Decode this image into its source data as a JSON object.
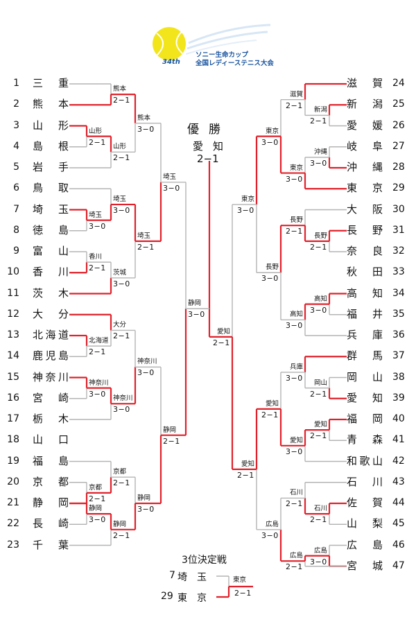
{
  "logo": {
    "edition": "34th",
    "line1": "ソニー生命カップ",
    "line2": "全国レディーステニス大会",
    "ball_color": "#f2e51c",
    "accent": "#1a55a0"
  },
  "colors": {
    "winner": "#e0202a",
    "loser": "#b4b4b4"
  },
  "champion": {
    "title": "優勝",
    "name": "愛知",
    "score": "2−1"
  },
  "teams": [
    {
      "no": "1",
      "name": "三重"
    },
    {
      "no": "2",
      "name": "熊本"
    },
    {
      "no": "3",
      "name": "山形"
    },
    {
      "no": "4",
      "name": "島根"
    },
    {
      "no": "5",
      "name": "岩手"
    },
    {
      "no": "6",
      "name": "鳥取"
    },
    {
      "no": "7",
      "name": "埼玉"
    },
    {
      "no": "8",
      "name": "徳島"
    },
    {
      "no": "9",
      "name": "富山"
    },
    {
      "no": "10",
      "name": "香川"
    },
    {
      "no": "11",
      "name": "茨木"
    },
    {
      "no": "12",
      "name": "大分"
    },
    {
      "no": "13",
      "name": "北海道"
    },
    {
      "no": "14",
      "name": "鹿児島"
    },
    {
      "no": "15",
      "name": "神奈川"
    },
    {
      "no": "16",
      "name": "宮崎"
    },
    {
      "no": "17",
      "name": "栃木"
    },
    {
      "no": "18",
      "name": "山口"
    },
    {
      "no": "19",
      "name": "福島"
    },
    {
      "no": "20",
      "name": "京都"
    },
    {
      "no": "21",
      "name": "静岡"
    },
    {
      "no": "22",
      "name": "長崎"
    },
    {
      "no": "23",
      "name": "千葉"
    },
    {
      "no": "24",
      "name": "滋賀"
    },
    {
      "no": "25",
      "name": "新潟"
    },
    {
      "no": "26",
      "name": "愛媛"
    },
    {
      "no": "27",
      "name": "岐阜"
    },
    {
      "no": "28",
      "name": "沖縄"
    },
    {
      "no": "29",
      "name": "東京"
    },
    {
      "no": "30",
      "name": "大阪"
    },
    {
      "no": "31",
      "name": "長野"
    },
    {
      "no": "32",
      "name": "奈良"
    },
    {
      "no": "33",
      "name": "秋田"
    },
    {
      "no": "34",
      "name": "高知"
    },
    {
      "no": "35",
      "name": "福井"
    },
    {
      "no": "36",
      "name": "兵庫"
    },
    {
      "no": "37",
      "name": "群馬"
    },
    {
      "no": "38",
      "name": "岡山"
    },
    {
      "no": "39",
      "name": "愛知"
    },
    {
      "no": "40",
      "name": "福岡"
    },
    {
      "no": "41",
      "name": "青森"
    },
    {
      "no": "42",
      "name": "和歌山"
    },
    {
      "no": "43",
      "name": "石川"
    },
    {
      "no": "44",
      "name": "佐賀"
    },
    {
      "no": "45",
      "name": "山梨"
    },
    {
      "no": "46",
      "name": "広島"
    },
    {
      "no": "47",
      "name": "宮城"
    }
  ],
  "matches": [
    {
      "id": "L1",
      "winner": "熊本",
      "score": "2−1"
    },
    {
      "id": "L2",
      "winner": "山形",
      "score": "2−1"
    },
    {
      "id": "L3",
      "winner": "山形",
      "score": "2−1"
    },
    {
      "id": "L4",
      "winner": "熊本",
      "score": "3−0"
    },
    {
      "id": "L5",
      "winner": "埼玉",
      "score": "3−0"
    },
    {
      "id": "L6",
      "winner": "埼玉",
      "score": "3−0"
    },
    {
      "id": "L7",
      "winner": "香川",
      "score": "2−1"
    },
    {
      "id": "L8",
      "winner": "茨城",
      "score": "3−0"
    },
    {
      "id": "L9",
      "winner": "埼玉",
      "score": "2−1"
    },
    {
      "id": "L10",
      "winner": "埼玉",
      "score": "3−0"
    },
    {
      "id": "L11",
      "winner": "北海道",
      "score": "2−1"
    },
    {
      "id": "L12",
      "winner": "大分",
      "score": "2−1"
    },
    {
      "id": "L13",
      "winner": "神奈川",
      "score": "3−0"
    },
    {
      "id": "L14",
      "winner": "神奈川",
      "score": "3−0"
    },
    {
      "id": "L15",
      "winner": "神奈川",
      "score": "3−0"
    },
    {
      "id": "L16",
      "winner": "京都",
      "score": "2−1"
    },
    {
      "id": "L17",
      "winner": "京都",
      "score": "2−1"
    },
    {
      "id": "L18",
      "winner": "静岡",
      "score": "3−0"
    },
    {
      "id": "L19",
      "winner": "静岡",
      "score": "2−1"
    },
    {
      "id": "L20",
      "winner": "静岡",
      "score": "3−0"
    },
    {
      "id": "L21",
      "winner": "静岡",
      "score": "2−1"
    },
    {
      "id": "L22",
      "winner": "静岡",
      "score": "3−0"
    },
    {
      "id": "R1",
      "winner": "新潟",
      "score": "2−1"
    },
    {
      "id": "R2",
      "winner": "滋賀",
      "score": "2−1"
    },
    {
      "id": "R3",
      "winner": "沖縄",
      "score": "3−0"
    },
    {
      "id": "R4",
      "winner": "東京",
      "score": "3−0"
    },
    {
      "id": "R5",
      "winner": "東京",
      "score": "3−0"
    },
    {
      "id": "R6",
      "winner": "長野",
      "score": "2−1"
    },
    {
      "id": "R7",
      "winner": "長野",
      "score": "2−1"
    },
    {
      "id": "R8",
      "winner": "高知",
      "score": "3−0"
    },
    {
      "id": "R9",
      "winner": "高知",
      "score": "3−0"
    },
    {
      "id": "R10",
      "winner": "長野",
      "score": "3−0"
    },
    {
      "id": "R11",
      "winner": "東京",
      "score": "3−0"
    },
    {
      "id": "R12",
      "winner": "岡山",
      "score": "2−1"
    },
    {
      "id": "R13",
      "winner": "兵庫",
      "score": "3−0"
    },
    {
      "id": "R14",
      "winner": "愛知",
      "score": "2−1"
    },
    {
      "id": "R15",
      "winner": "愛知",
      "score": "3−0"
    },
    {
      "id": "R16",
      "winner": "愛知",
      "score": "2−1"
    },
    {
      "id": "R17",
      "winner": "石川",
      "score": "2−1"
    },
    {
      "id": "R18",
      "winner": "石川",
      "score": "2−1"
    },
    {
      "id": "R19",
      "winner": "広島",
      "score": "3−0"
    },
    {
      "id": "R20",
      "winner": "広島",
      "score": "2−1"
    },
    {
      "id": "R21",
      "winner": "広島",
      "score": "3−0"
    },
    {
      "id": "R22",
      "winner": "愛知",
      "score": "2−1"
    },
    {
      "id": "FL",
      "winner": "静岡",
      "score": "3−0"
    },
    {
      "id": "FR",
      "winner": "愛知",
      "score": "2−1"
    }
  ],
  "third_place": {
    "title": "3位決定戦",
    "team1": {
      "no": "7",
      "name": "埼玉"
    },
    "team2": {
      "no": "29",
      "name": "東京"
    },
    "winner": "東京",
    "score": "2−1"
  }
}
